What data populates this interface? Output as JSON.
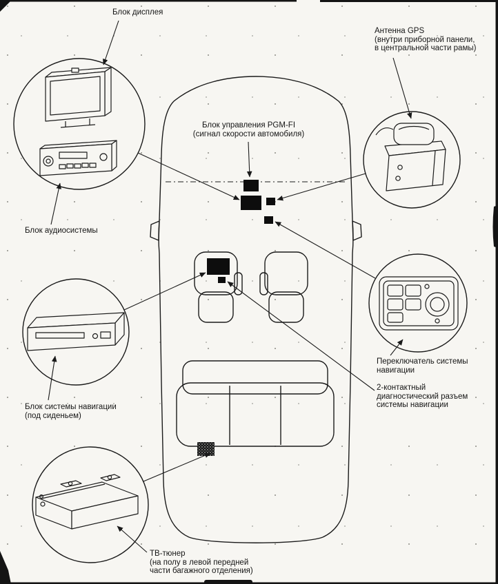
{
  "colors": {
    "paper": "#f7f6f2",
    "ink": "#1a1a1a",
    "marker": "#0d0d0d"
  },
  "labels": {
    "display_unit": {
      "l1": "Блок дисплея"
    },
    "gps_antenna": {
      "l1": "Антенна GPS",
      "l2": "(внутри приборной панели,",
      "l3": "в центральной части рамы)"
    },
    "pgm_fi": {
      "l1": "Блок управления PGM-FI",
      "l2": "(сигнал скорости автомобиля)"
    },
    "audio_unit": {
      "l1": "Блок аудиосистемы"
    },
    "nav_switch": {
      "l1": "Переключатель системы",
      "l2": "навигации"
    },
    "diag_connector": {
      "l1": "2-контактный",
      "l2": "диагностический разъем",
      "l3": "системы навигации"
    },
    "nav_unit": {
      "l1": "Блок системы навигации",
      "l2": "(под сиденьем)"
    },
    "tv_tuner": {
      "l1": "ТВ-тюнер",
      "l2": "(на полу в левой передней",
      "l3": "части багажного отделения)"
    }
  }
}
